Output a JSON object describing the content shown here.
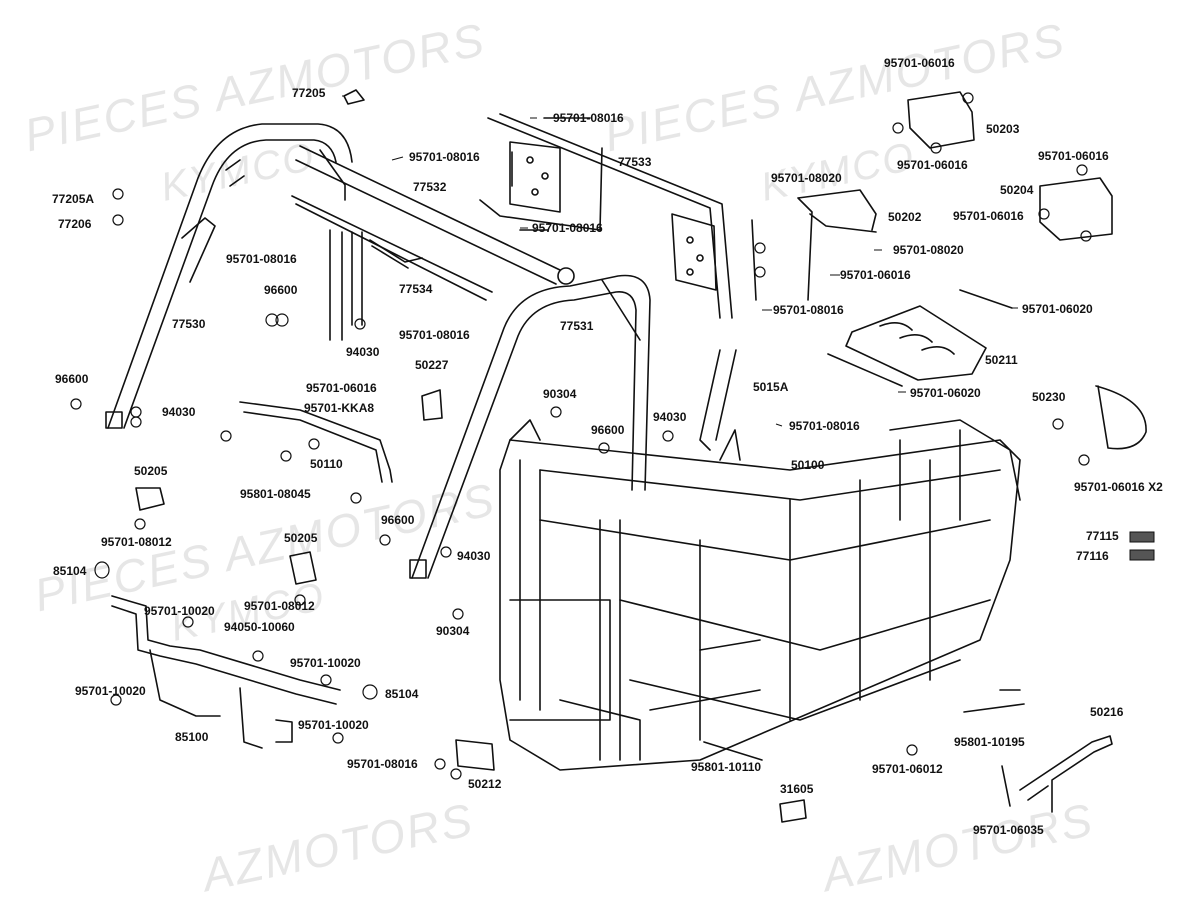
{
  "watermarks": [
    "PIECES AZMOTORS",
    "KYMCO",
    "PIECES AZMOTORS",
    "KYMCO",
    "PIECES AZMOTORS",
    "KYMCO",
    "AZMOTORS",
    "AZMOTORS"
  ],
  "callouts": [
    {
      "id": "77205",
      "text": "77205"
    },
    {
      "id": "77205A",
      "text": "77205A"
    },
    {
      "id": "77206",
      "text": "77206"
    },
    {
      "id": "95701-08016-a",
      "text": "95701-08016"
    },
    {
      "id": "95701-08016-b",
      "text": "95701-08016"
    },
    {
      "id": "95701-08016-c",
      "text": "95701-08016"
    },
    {
      "id": "95701-08016-d",
      "text": "95701-08016"
    },
    {
      "id": "95701-08016-e",
      "text": "95701-08016"
    },
    {
      "id": "95701-08016-f",
      "text": "95701-08016"
    },
    {
      "id": "95701-08016-g",
      "text": "95701-08016"
    },
    {
      "id": "95701-08016-h",
      "text": "95701-08016"
    },
    {
      "id": "77532",
      "text": "77532"
    },
    {
      "id": "77533",
      "text": "77533"
    },
    {
      "id": "77534",
      "text": "77534"
    },
    {
      "id": "77530",
      "text": "77530"
    },
    {
      "id": "77531",
      "text": "77531"
    },
    {
      "id": "96600-a",
      "text": "96600"
    },
    {
      "id": "96600-b",
      "text": "96600"
    },
    {
      "id": "96600-c",
      "text": "96600"
    },
    {
      "id": "96600-d",
      "text": "96600"
    },
    {
      "id": "94030-a",
      "text": "94030"
    },
    {
      "id": "94030-b",
      "text": "94030"
    },
    {
      "id": "94030-c",
      "text": "94030"
    },
    {
      "id": "94030-d",
      "text": "94030"
    },
    {
      "id": "50227",
      "text": "50227"
    },
    {
      "id": "95701-06016-a",
      "text": "95701-06016"
    },
    {
      "id": "95701-06016-b",
      "text": "95701-06016"
    },
    {
      "id": "95701-06016-c",
      "text": "95701-06016"
    },
    {
      "id": "95701-06016-d",
      "text": "95701-06016"
    },
    {
      "id": "95701-06016-e",
      "text": "95701-06016"
    },
    {
      "id": "95701-06016-f",
      "text": "95701-06016"
    },
    {
      "id": "95701-KKA8",
      "text": "95701-KKA8"
    },
    {
      "id": "50110",
      "text": "50110"
    },
    {
      "id": "95801-08045",
      "text": "95801-08045"
    },
    {
      "id": "90304-a",
      "text": "90304"
    },
    {
      "id": "90304-b",
      "text": "90304"
    },
    {
      "id": "50205-a",
      "text": "50205"
    },
    {
      "id": "50205-b",
      "text": "50205"
    },
    {
      "id": "95701-08012-a",
      "text": "95701-08012"
    },
    {
      "id": "95701-08012-b",
      "text": "95701-08012"
    },
    {
      "id": "85104-a",
      "text": "85104"
    },
    {
      "id": "85104-b",
      "text": "85104"
    },
    {
      "id": "95701-10020-a",
      "text": "95701-10020"
    },
    {
      "id": "95701-10020-b",
      "text": "95701-10020"
    },
    {
      "id": "95701-10020-c",
      "text": "95701-10020"
    },
    {
      "id": "95701-10020-d",
      "text": "95701-10020"
    },
    {
      "id": "94050-10060",
      "text": "94050-10060"
    },
    {
      "id": "85100",
      "text": "85100"
    },
    {
      "id": "50212",
      "text": "50212"
    },
    {
      "id": "50203",
      "text": "50203"
    },
    {
      "id": "50204",
      "text": "50204"
    },
    {
      "id": "95701-08020-a",
      "text": "95701-08020"
    },
    {
      "id": "95701-08020-b",
      "text": "95701-08020"
    },
    {
      "id": "50202",
      "text": "50202"
    },
    {
      "id": "95701-06020-a",
      "text": "95701-06020"
    },
    {
      "id": "95701-06020-b",
      "text": "95701-06020"
    },
    {
      "id": "50211",
      "text": "50211"
    },
    {
      "id": "5015A",
      "text": "5015A"
    },
    {
      "id": "50100",
      "text": "50100"
    },
    {
      "id": "50230",
      "text": "50230"
    },
    {
      "id": "95701-06016-X2",
      "text": "95701-06016 X2"
    },
    {
      "id": "77115",
      "text": "77115"
    },
    {
      "id": "77116",
      "text": "77116"
    },
    {
      "id": "95801-10110",
      "text": "95801-10110"
    },
    {
      "id": "95801-10195",
      "text": "95801-10195"
    },
    {
      "id": "95701-06012",
      "text": "95701-06012"
    },
    {
      "id": "50216",
      "text": "50216"
    },
    {
      "id": "31605",
      "text": "31605"
    },
    {
      "id": "95701-06035",
      "text": "95701-06035"
    }
  ]
}
